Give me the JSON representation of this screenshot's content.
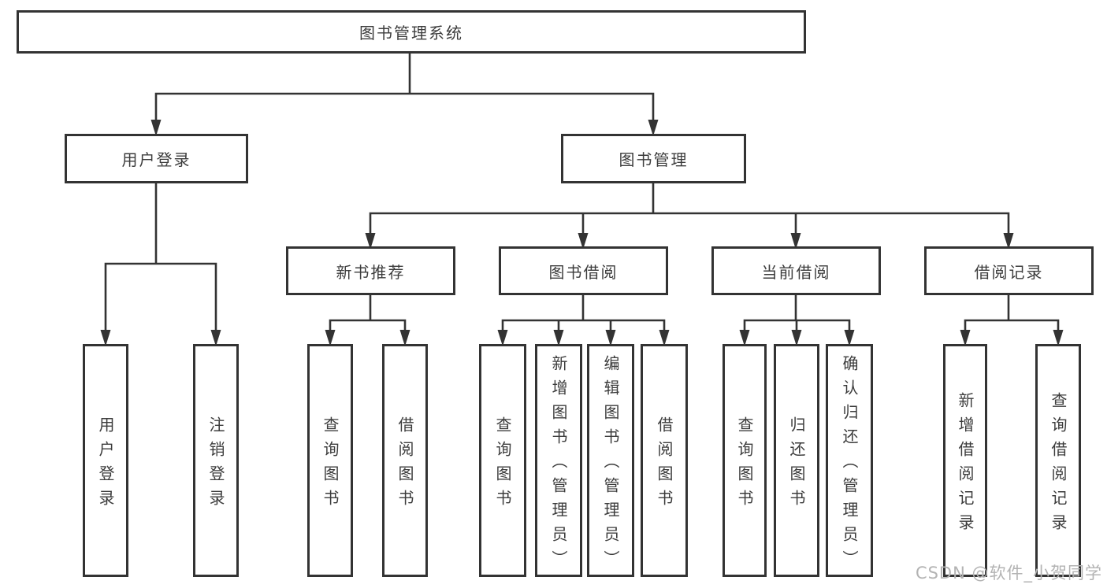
{
  "diagram_type": "hierarchy-tree",
  "colors": {
    "line": "#333333",
    "text": "#3c3c3c",
    "watermark": "#b3b3b3",
    "background": "#ffffff"
  },
  "watermark": {
    "text": "CSDN @软件_小贺同学"
  },
  "tree": {
    "label": "图书管理系统",
    "children": [
      {
        "label": "用户登录",
        "children": [
          {
            "label": "用户登录"
          },
          {
            "label": "注销登录"
          }
        ]
      },
      {
        "label": "图书管理",
        "children": [
          {
            "label": "新书推荐",
            "children": [
              {
                "label": "查询图书"
              },
              {
                "label": "借阅图书"
              }
            ]
          },
          {
            "label": "图书借阅",
            "children": [
              {
                "label": "查询图书"
              },
              {
                "label": "新增图书（管理员）"
              },
              {
                "label": "编辑图书（管理员）"
              },
              {
                "label": "借阅图书"
              }
            ]
          },
          {
            "label": "当前借阅",
            "children": [
              {
                "label": "查询图书"
              },
              {
                "label": "归还图书"
              },
              {
                "label": "确认归还（管理员）"
              }
            ]
          },
          {
            "label": "借阅记录",
            "children": [
              {
                "label": "新增借阅记录"
              },
              {
                "label": "查询借阅记录"
              }
            ]
          }
        ]
      }
    ]
  }
}
